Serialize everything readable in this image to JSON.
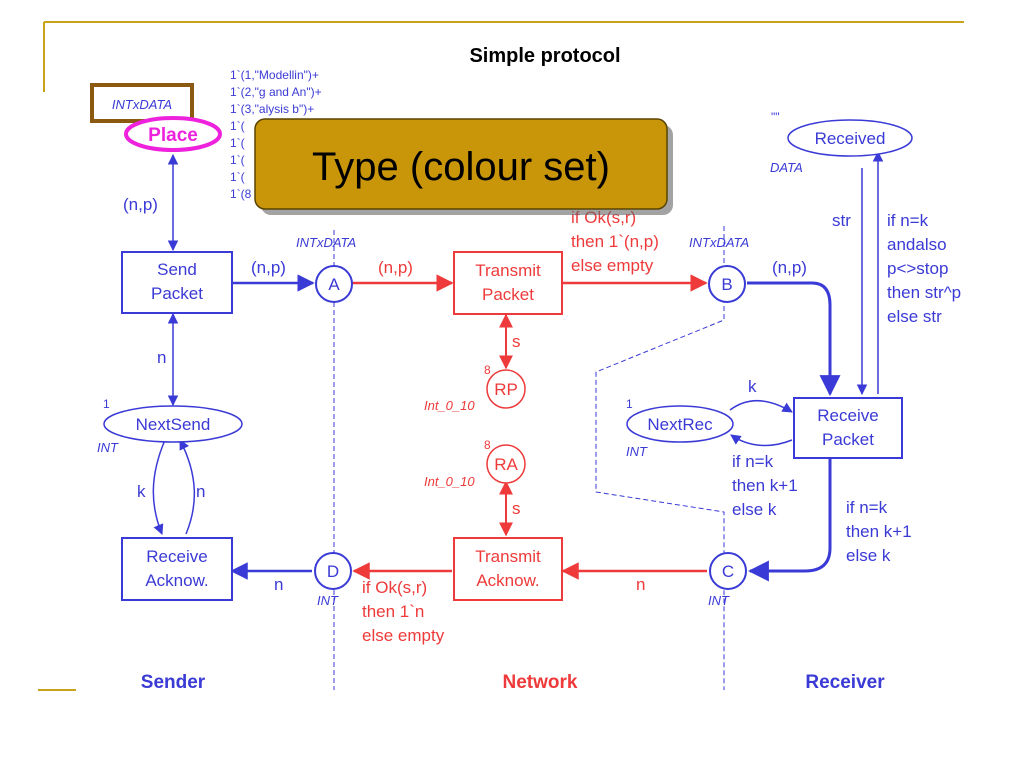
{
  "slide": {
    "title": "Simple protocol",
    "colors": {
      "accent": "#c8a21a",
      "blue": "#3a3ad6",
      "red": "#ee3a3a",
      "magenta": "#ee22dd",
      "callout_fill": "#c9960a",
      "annot_border": "#8b5a10"
    }
  },
  "annotations": {
    "type_box": "INTxDATA",
    "place_tag": "Place",
    "callout": "Type (colour set)"
  },
  "sections": {
    "sender": "Sender",
    "network": "Network",
    "receiver": "Receiver"
  },
  "transitions": {
    "send_packet": [
      "Send",
      "Packet"
    ],
    "transmit_packet": [
      "Transmit",
      "Packet"
    ],
    "receive_packet": [
      "Receive",
      "Packet"
    ],
    "receive_acknow": [
      "Receive",
      "Acknow."
    ],
    "transmit_acknow": [
      "Transmit",
      "Acknow."
    ]
  },
  "places": {
    "a": {
      "name": "A",
      "type": "INTxDATA"
    },
    "b": {
      "name": "B",
      "type": "INTxDATA"
    },
    "c": {
      "name": "C",
      "type": "INT"
    },
    "d": {
      "name": "D",
      "type": "INT"
    },
    "rp": {
      "name": "RP",
      "type": "Int_0_10",
      "init": "8"
    },
    "ra": {
      "name": "RA",
      "type": "Int_0_10",
      "init": "8"
    },
    "next_send": {
      "name": "NextSend",
      "type": "INT",
      "init": "1"
    },
    "next_rec": {
      "name": "NextRec",
      "type": "INT",
      "init": "1"
    },
    "received": {
      "name": "Received",
      "type": "DATA",
      "init": "\"\""
    }
  },
  "initial_marking": [
    "1`(1,\"Modellin\")+",
    "1`(2,\"g and An\")+",
    "1`(3,\"alysis b\")+",
    "1`(",
    "1`(",
    "1`(",
    "1`(",
    "1`(8"
  ],
  "arc_labels": {
    "np_send": "(n,p)",
    "np_left": "(n,p)",
    "np_a": "(n,p)",
    "np_b": "(n,p)",
    "n_send": "n",
    "k_sender": "k",
    "n_sender": "n",
    "s_rp": "s",
    "s_ra": "s",
    "k_rec": "k",
    "str": "str",
    "n_d": "n",
    "n_c": "n",
    "transmit_packet_expr": [
      "if Ok(s,r)",
      "then 1`(n,p)",
      "else empty"
    ],
    "transmit_acknow_expr": [
      "if Ok(s,r)",
      "then 1`n",
      "else empty"
    ],
    "nextrec_expr": [
      "if n=k",
      "then k+1",
      "else k"
    ],
    "c_expr": [
      "if n=k",
      "then k+1",
      "else k"
    ],
    "received_expr": [
      "if n=k",
      "andalso",
      "p<>stop",
      "then str^p",
      "else str"
    ]
  }
}
